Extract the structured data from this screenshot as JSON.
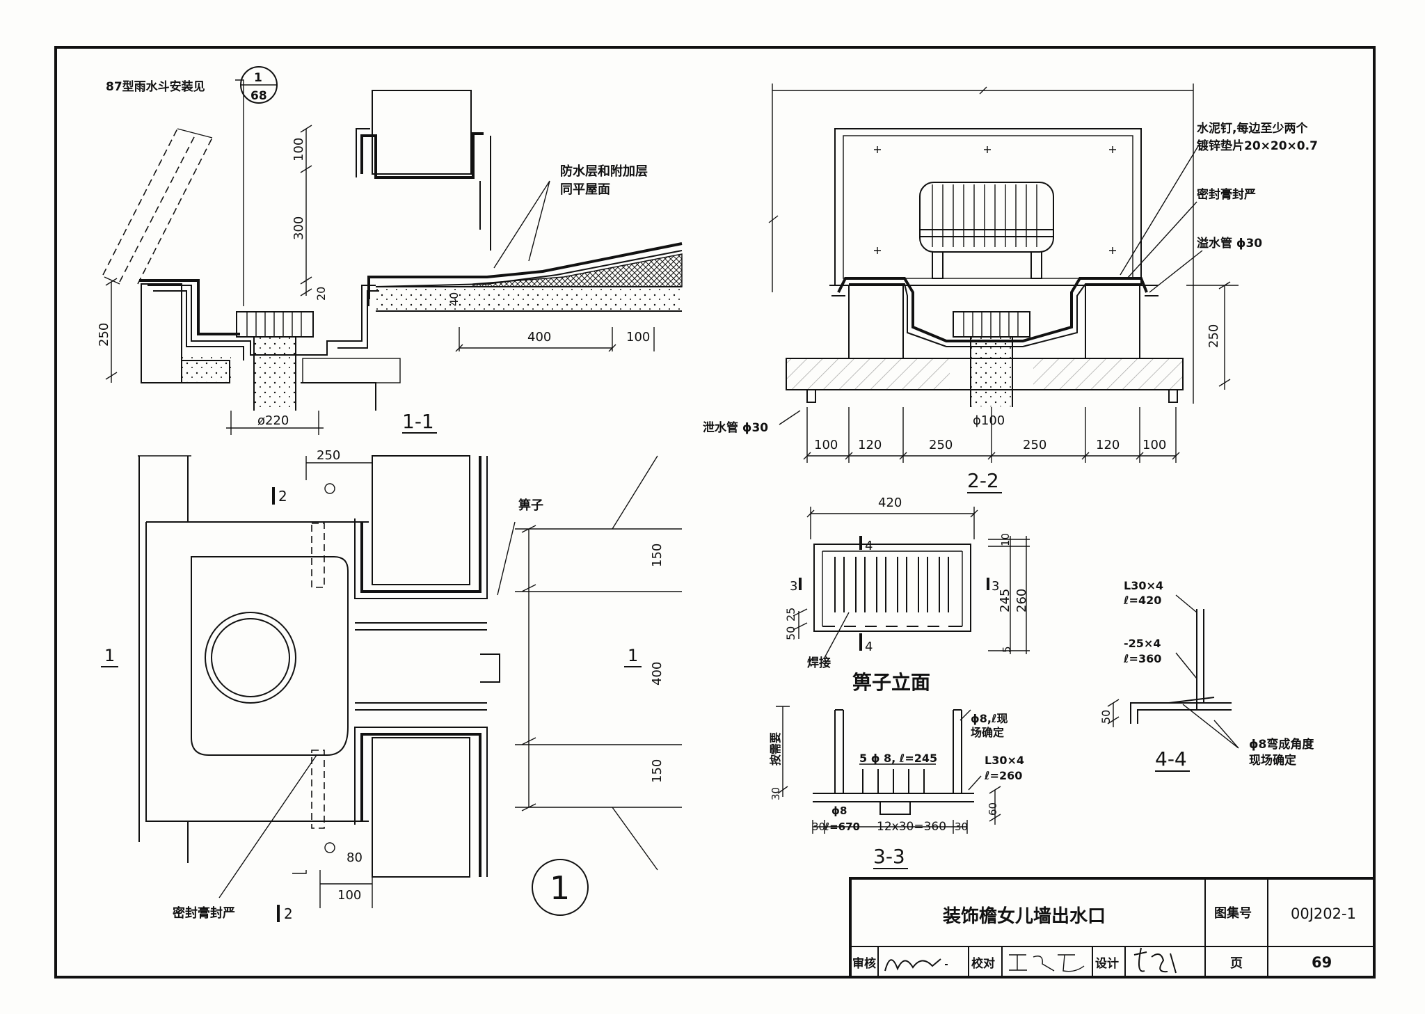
{
  "drawing": {
    "title": "装饰檐女儿墙出水口",
    "atlas_label": "图集号",
    "atlas_no": "00J202-1",
    "page_label": "页",
    "page_no": "69",
    "review_label": "审核",
    "proof_label": "校对",
    "design_label": "设计",
    "detail_no": "1"
  },
  "section_1_1": {
    "title": "1-1",
    "ref_note": "87型雨水斗安装见",
    "ref_num": "1",
    "ref_page": "68",
    "note_waterproof_1": "防水层和附加层",
    "note_waterproof_2": "同平屋面",
    "dims": [
      "100",
      "300",
      "20",
      "250",
      "40",
      "400",
      "100",
      "ø220"
    ]
  },
  "plan": {
    "dims": [
      "250",
      "150",
      "400",
      "150",
      "80",
      "100"
    ],
    "cut_1": "1",
    "cut_2": "2",
    "grate_label": "箅子",
    "sealant_label": "密封膏封严"
  },
  "section_2_2": {
    "title": "2-2",
    "note_nail_1": "水泥钉,每边至少两个",
    "note_nail_2": "镀锌垫片20×20×0.7",
    "note_sealant": "密封膏封严",
    "note_overflow": "溢水管 ϕ30",
    "note_drain": "泄水管 ϕ30",
    "dim_250v": "250",
    "dim_pipe": "ϕ100",
    "dims": [
      "100",
      "120",
      "250",
      "250",
      "120",
      "100"
    ]
  },
  "grate_elev": {
    "title": "箅子立面",
    "dims": [
      "420",
      "10",
      "245",
      "260",
      "5",
      "50",
      "25"
    ],
    "cut_3": "3",
    "cut_4": "4",
    "weld": "焊接"
  },
  "section_3_3": {
    "title": "3-3",
    "note_rod": "ϕ8,ℓ现",
    "note_rod_2": "场确定",
    "note_bars": "5 ϕ 8, ℓ=245",
    "note_angle": "L30×4",
    "note_angle_l": "ℓ=260",
    "note_phi8": "ϕ8",
    "note_l670": "ℓ=670",
    "note_span": "12x30=360",
    "dim_30a": "30",
    "dim_30b": "30",
    "dim_30c": "30",
    "dim_60": "60",
    "note_asneed": "按需要"
  },
  "section_4_4": {
    "title": "4-4",
    "note_angle": "L30×4",
    "note_angle_l": "ℓ=420",
    "note_flat": "-25×4",
    "note_flat_l": "ℓ=360",
    "dim_50": "50",
    "note_bend": "ϕ8弯成角度",
    "note_bend_2": "现场确定"
  }
}
